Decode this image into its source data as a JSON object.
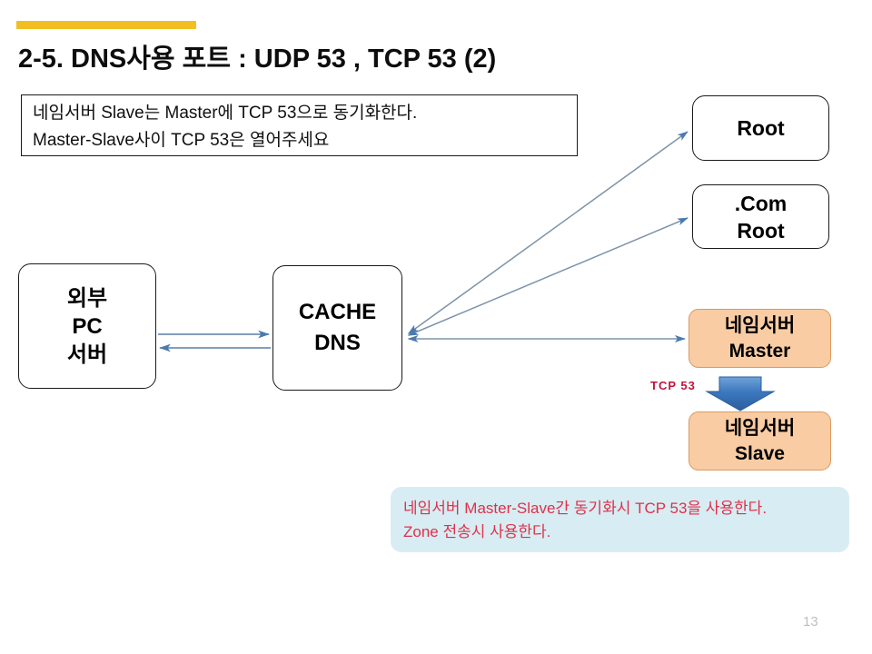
{
  "slide": {
    "title": "2-5. DNS사용 포트 : UDP 53 , TCP 53 (2)",
    "page_number": "13",
    "accent_bar_color": "#F2BE22"
  },
  "note_box": {
    "line1": "네임서버 Slave는 Master에 TCP 53으로 동기화한다.",
    "line2": "Master-Slave사이 TCP 53은 열어주세요"
  },
  "nodes": {
    "external": {
      "line1": "외부",
      "line2": "PC",
      "line3": "서버"
    },
    "cache": {
      "line1": "CACHE",
      "line2": "DNS"
    },
    "root": {
      "line1": "Root"
    },
    "com_root": {
      "line1": ".Com",
      "line2": "Root"
    },
    "master": {
      "line1": "네임서버",
      "line2": "Master",
      "fill": "#F9CCA4"
    },
    "slave": {
      "line1": "네임서버",
      "line2": "Slave",
      "fill": "#F9CCA4"
    }
  },
  "connectors": {
    "tcp53_label": "TCP 53",
    "tcp53_label_color": "#C0143C",
    "line_color": "#5B7FA6",
    "sync_arrow_color": "#3E78B8"
  },
  "callout": {
    "line1": "네임서버 Master-Slave간 동기화시 TCP 53을 사용한다.",
    "line2": "Zone 전송시 사용한다.",
    "background": "#D7EDF3",
    "text_color": "#E0304A"
  }
}
